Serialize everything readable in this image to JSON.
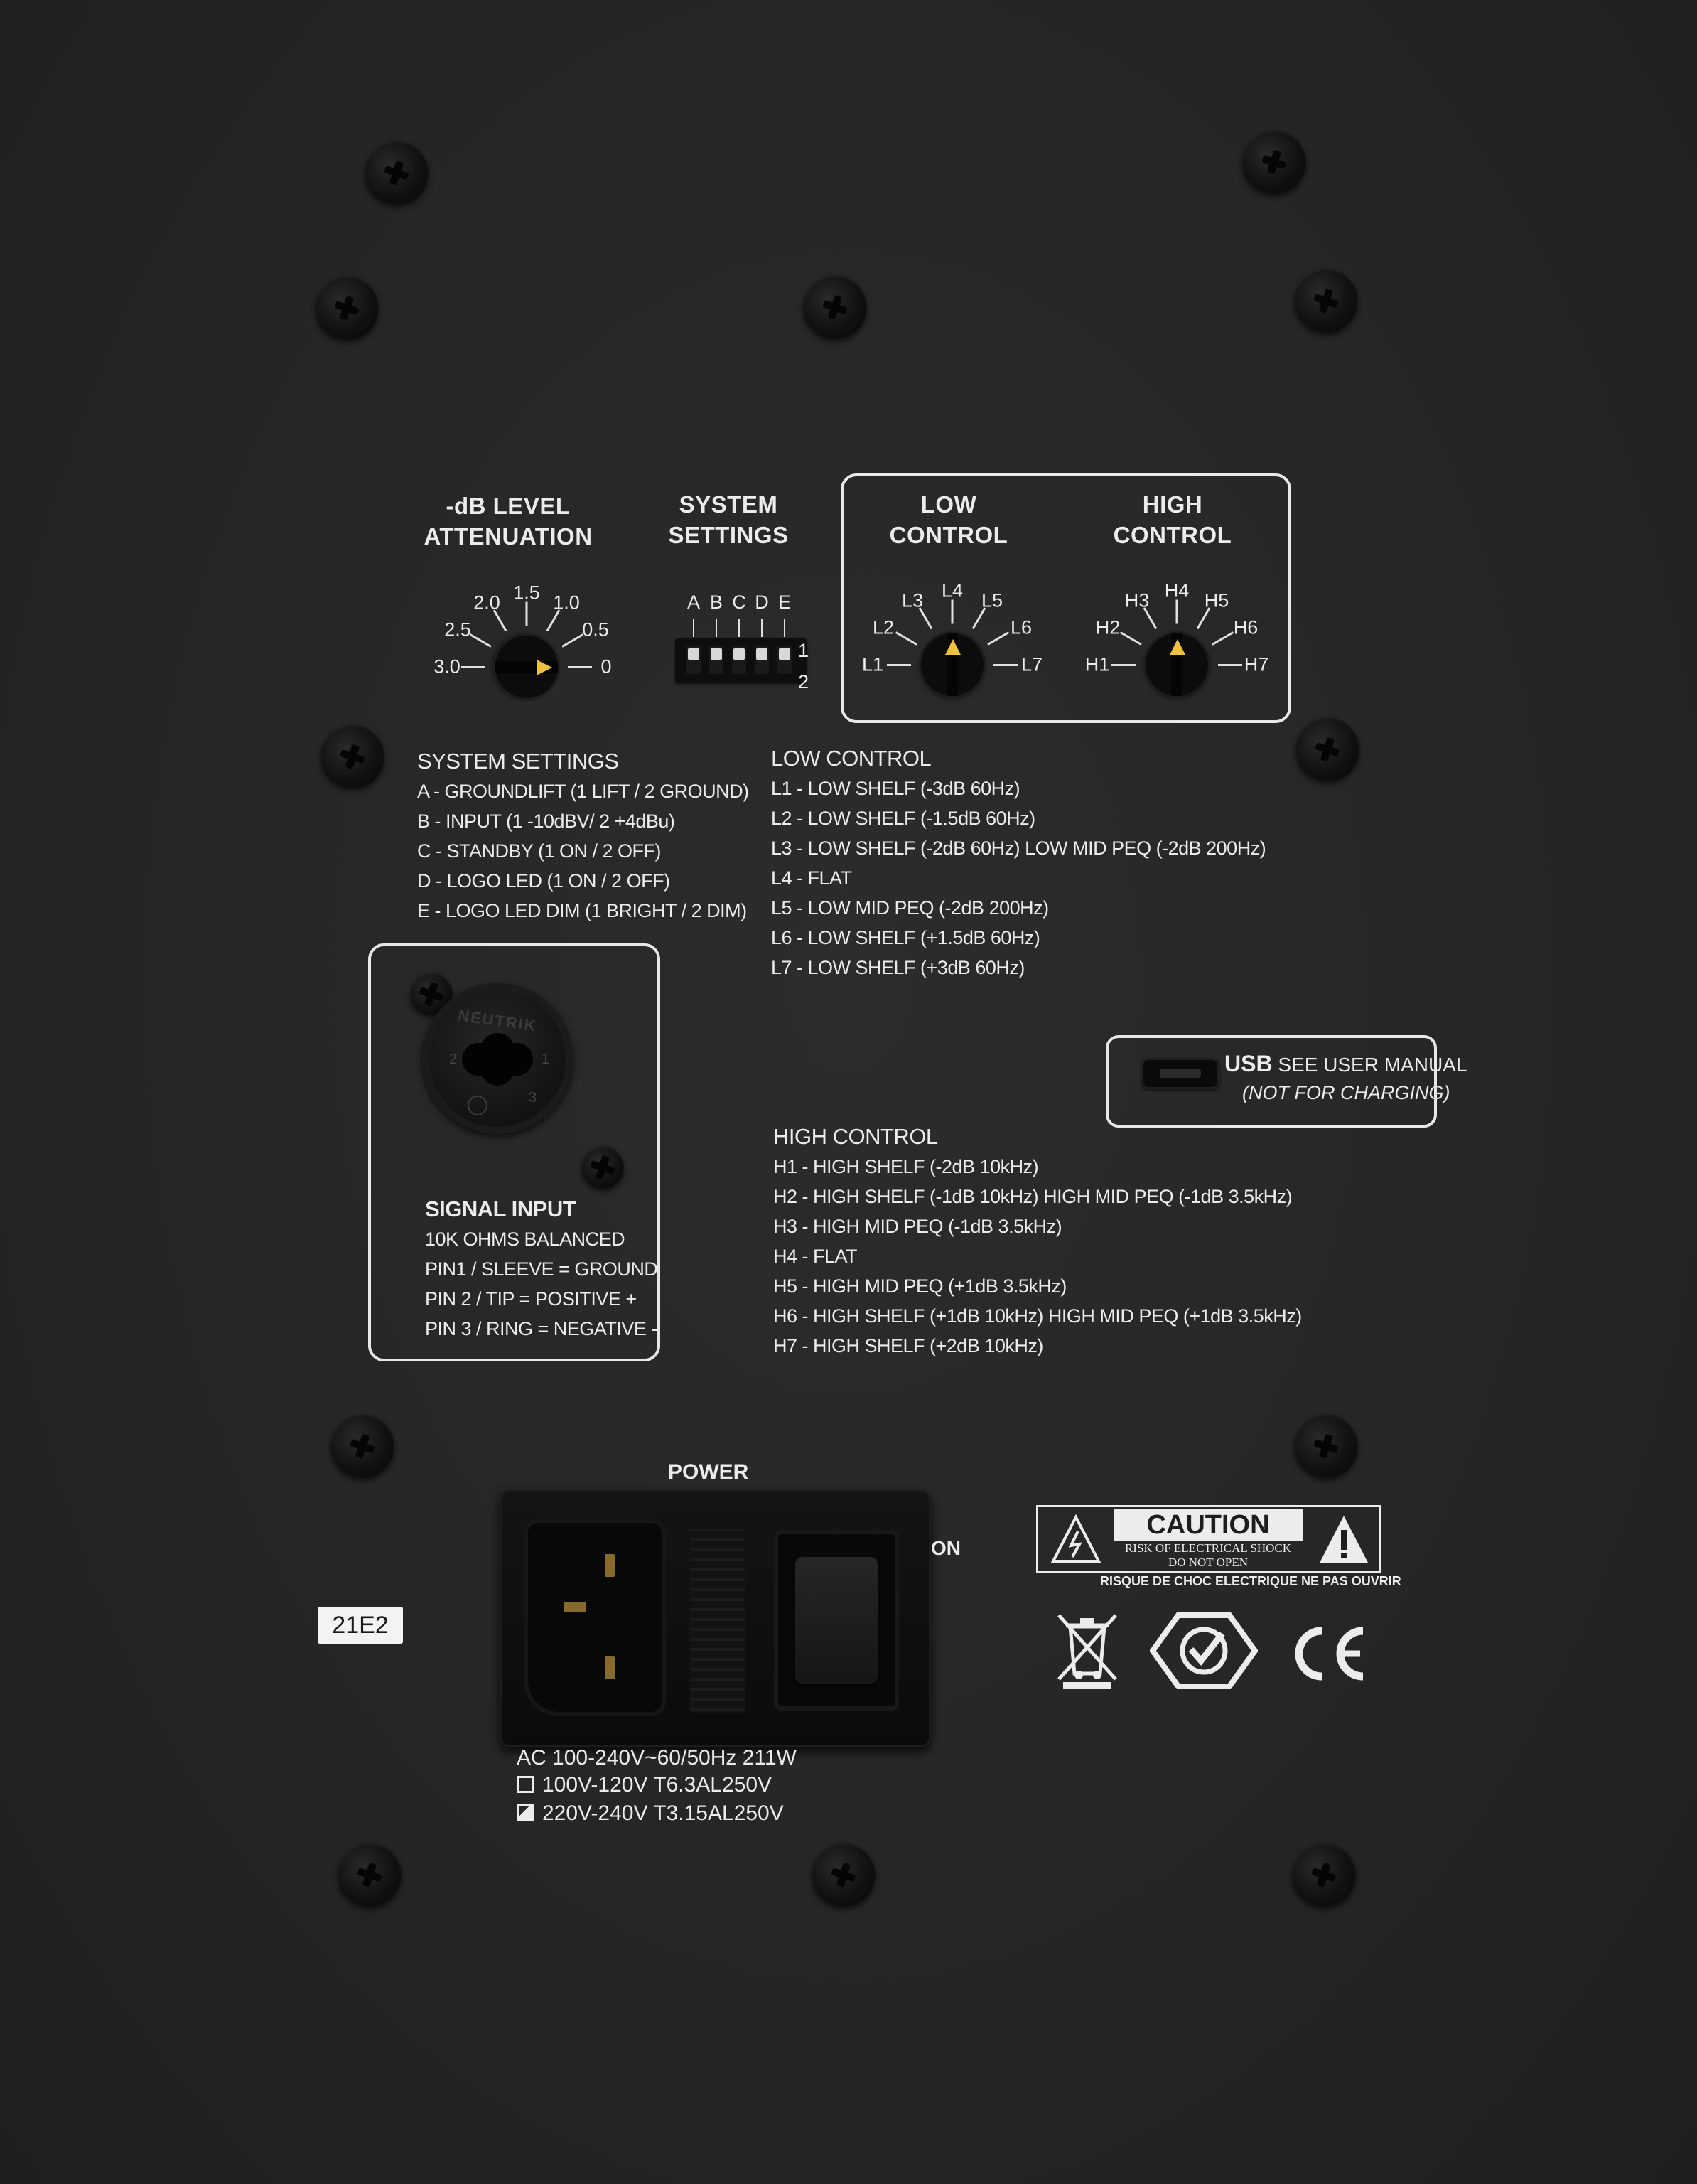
{
  "attenuation": {
    "title_line1": "-dB LEVEL",
    "title_line2": "ATTENUATION",
    "labels": [
      "3.0",
      "2.5",
      "2.0",
      "1.5",
      "1.0",
      "0.5",
      "0"
    ]
  },
  "system_settings": {
    "title_line1": "SYSTEM",
    "title_line2": "SETTINGS",
    "switch_letters": [
      "A",
      "B",
      "C",
      "D",
      "E"
    ],
    "position_labels": [
      "1",
      "2"
    ],
    "legend_title": "SYSTEM SETTINGS",
    "legend": [
      "A - GROUNDLIFT (1 LIFT / 2 GROUND)",
      "B - INPUT  (1 -10dBV/ 2 +4dBu)",
      "C - STANDBY (1 ON / 2 OFF)",
      "D - LOGO LED (1 ON / 2 OFF)",
      "E - LOGO LED DIM (1 BRIGHT / 2 DIM)"
    ]
  },
  "low_control": {
    "title_line1": "LOW",
    "title_line2": "CONTROL",
    "labels": [
      "L1",
      "L2",
      "L3",
      "L4",
      "L5",
      "L6",
      "L7"
    ],
    "legend_title": "LOW CONTROL",
    "legend": [
      "L1 - LOW SHELF (-3dB 60Hz)",
      "L2 - LOW SHELF (-1.5dB 60Hz)",
      "L3 - LOW SHELF (-2dB 60Hz) LOW MID PEQ (-2dB 200Hz)",
      "L4 - FLAT",
      "L5 - LOW MID PEQ (-2dB 200Hz)",
      "L6 - LOW SHELF (+1.5dB 60Hz)",
      "L7 - LOW SHELF (+3dB 60Hz)"
    ]
  },
  "high_control": {
    "title_line1": "HIGH",
    "title_line2": "CONTROL",
    "labels": [
      "H1",
      "H2",
      "H3",
      "H4",
      "H5",
      "H6",
      "H7"
    ],
    "legend_title": "HIGH CONTROL",
    "legend": [
      "H1 - HIGH SHELF (-2dB 10kHz)",
      "H2 - HIGH SHELF (-1dB 10kHz) HIGH MID  PEQ (-1dB 3.5kHz)",
      "H3 - HIGH MID PEQ (-1dB 3.5kHz)",
      "H4 - FLAT",
      "H5 - HIGH MID PEQ (+1dB 3.5kHz)",
      "H6 - HIGH SHELF (+1dB 10kHz) HIGH MID PEQ (+1dB 3.5kHz)",
      "H7 - HIGH SHELF (+2dB 10kHz)"
    ]
  },
  "signal_input": {
    "connector_brand": "NEUTRIK",
    "pin_numbers": [
      "1",
      "2",
      "3"
    ],
    "title": "SIGNAL INPUT",
    "lines": [
      "10K OHMS BALANCED",
      "PIN1 / SLEEVE = GROUND",
      "PIN 2 / TIP = POSITIVE +",
      "PIN 3 / RING = NEGATIVE -"
    ]
  },
  "usb": {
    "label": "USB",
    "note": "SEE USER MANUAL",
    "subnote": "(NOT FOR CHARGING)"
  },
  "power": {
    "title": "POWER",
    "switch_label": "ON",
    "rating": "AC 100-240V~60/50Hz 211W",
    "fuses": [
      {
        "label": "100V-120V  T6.3AL250V",
        "checked": false
      },
      {
        "label": "220V-240V  T3.15AL250V",
        "checked": true
      }
    ]
  },
  "serial_label": "21E2",
  "caution": {
    "title": "CAUTION",
    "line1": "RISK OF ELECTRICAL SHOCK",
    "line2": "DO NOT OPEN",
    "french": "RISQUE DE CHOC ELECTRIQUE NE PAS OUVRIR"
  },
  "certifications": [
    "weee-bin-icon",
    "rcm-icon",
    "ce-mark-icon"
  ],
  "colors": {
    "panel": "#262628",
    "print": "#ececec",
    "knob_pointer": "#f0c040"
  }
}
